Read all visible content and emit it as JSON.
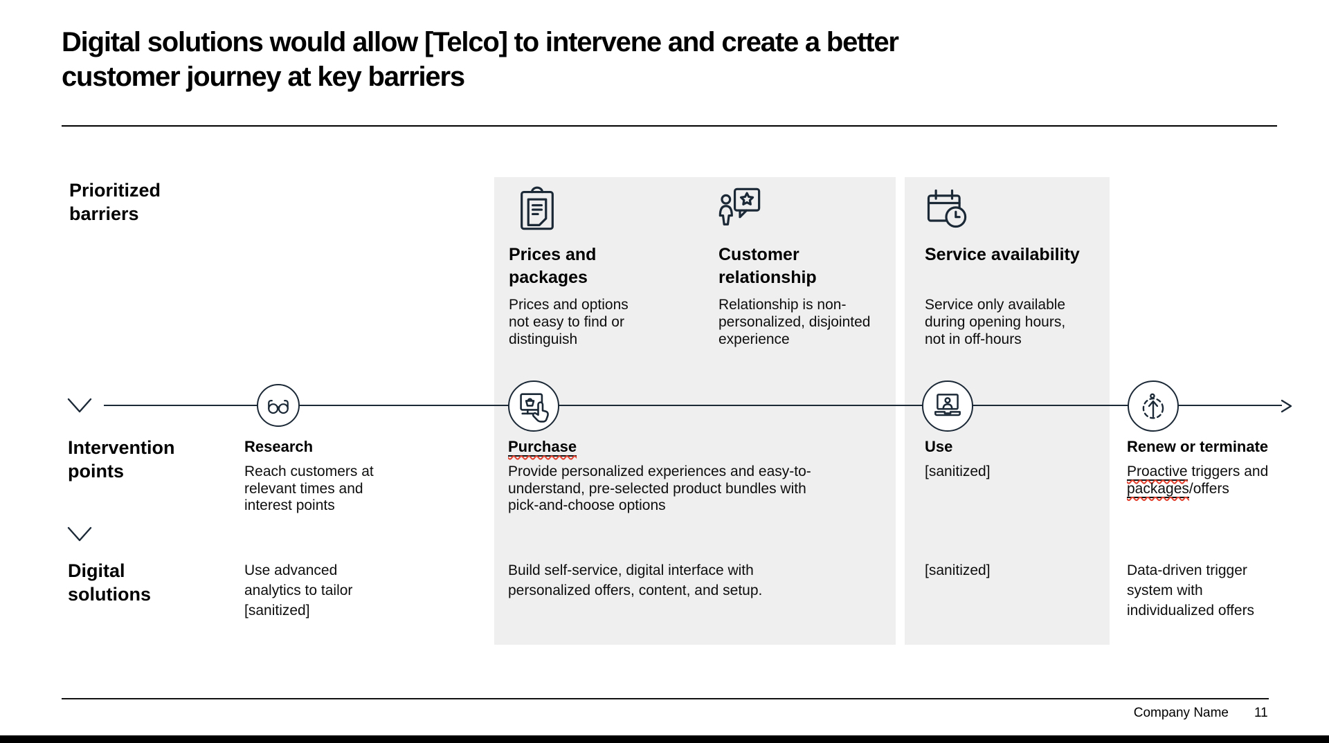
{
  "title": {
    "line1": "Digital solutions would allow [Telco] to intervene and create a better",
    "line2": "customer journey at key barriers"
  },
  "row_labels": {
    "barriers": "Prioritized barriers",
    "intervention": "Intervention points",
    "solutions": "Digital solutions"
  },
  "barriers": [
    {
      "icon": "clipboard-icon",
      "title": "Prices and packages",
      "desc": "Prices and options not easy to find or distinguish"
    },
    {
      "icon": "person-chat-star-icon",
      "title": "Customer relationship",
      "desc": "Relationship is non-personalized, disjointed experience"
    },
    {
      "icon": "calendar-clock-icon",
      "title": "Service availability",
      "desc": "Service only available during opening hours, not in off-hours"
    }
  ],
  "journey": [
    {
      "icon": "glasses-icon",
      "title": "Research",
      "intervention": "Reach customers at relevant times and interest points",
      "solution": "Use advanced analytics to tailor [sanitized]"
    },
    {
      "icon": "shop-screen-tap-icon",
      "title": "Purchase",
      "intervention": "Provide personalized experiences and easy-to-understand, pre-selected product bundles with pick-and-choose options",
      "solution": "Build self-service, digital interface with personalized offers, content, and setup."
    },
    {
      "icon": "laptop-user-icon",
      "title": "Use",
      "intervention": "[sanitized]",
      "solution": "[sanitized]"
    },
    {
      "icon": "person-growth-icon",
      "title": "Renew or terminate",
      "intervention_parts": {
        "p1": "Proactive",
        "p2": " triggers and ",
        "p3": "packages",
        "p4": "/offers"
      },
      "solution": "Data-driven trigger system with individualized offers"
    }
  ],
  "footer": {
    "company": "Company Name",
    "page": "11"
  },
  "colors": {
    "ink": "#1b2836",
    "panel": "#efefef",
    "squiggle": "#e3402e"
  }
}
